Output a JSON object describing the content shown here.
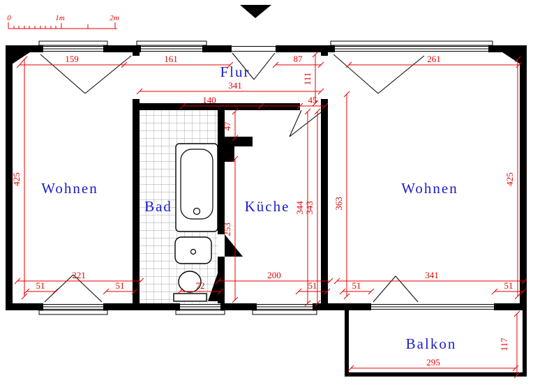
{
  "colors": {
    "dimension_red": "#e80000",
    "room_label_blue": "#1d1dc8",
    "wall_black": "#000000"
  },
  "scale_bar": {
    "zero": "0",
    "one_m": "1m",
    "two_m": "2m"
  },
  "rooms": {
    "living_left": "Wohnen",
    "hall": "Flur",
    "bath": "Bad",
    "kitchen": "Küche",
    "living_right": "Wohnen",
    "balcony": "Balkon"
  },
  "dimensions": {
    "top_159": "159",
    "top_161": "161",
    "top_87": "87",
    "top_261": "261",
    "hall_width_341": "341",
    "v_111": "111",
    "bath_140": "140",
    "door_45": "45",
    "v_47": "47",
    "left_425": "425",
    "right_425": "425",
    "v_363": "363",
    "v_344": "344",
    "v_343": "343",
    "v_253": "253",
    "bot_221": "221",
    "bot_200": "200",
    "bot_341": "341",
    "bot_51_a": "51",
    "bot_51_b": "51",
    "bot_72": "72",
    "bot_51_c": "51",
    "bot_51_d": "51",
    "bot_51_e": "51",
    "balcony_295": "295",
    "balcony_117": "117"
  },
  "icons": {
    "entrance_marker": "entrance-arrow",
    "bathtub": "bathtub",
    "sink": "sink",
    "toilet": "toilet",
    "tiles": "bath-floor-tiles"
  }
}
